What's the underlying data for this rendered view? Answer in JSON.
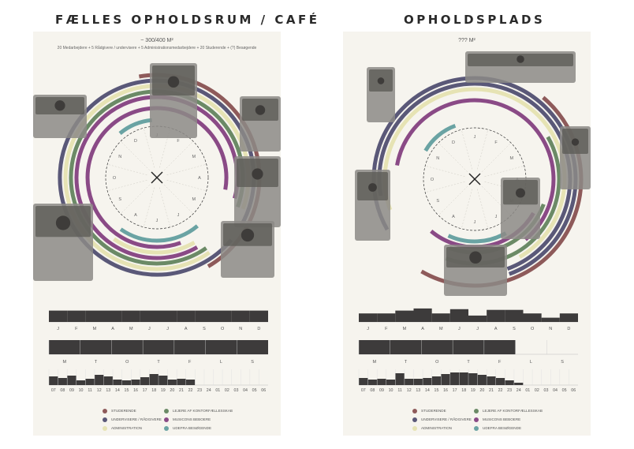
{
  "colors": {
    "studerende": "#8e5a5a",
    "undervisere": "#5a5878",
    "administration": "#e6e3b4",
    "ledere": "#6b8a66",
    "musicon": "#8a4a86",
    "udefra": "#6aa3a3",
    "bar": "#3d3b3b"
  },
  "legend": [
    {
      "key": "studerende",
      "label": "STUDERENDE"
    },
    {
      "key": "ledere",
      "label": "LEJERE AF KONTORFÆLLESSKAB"
    },
    {
      "key": "undervisere",
      "label": "UNDERVISERE / RÅDGIVERE"
    },
    {
      "key": "musicon",
      "label": "MUSICONS BEBOERE"
    },
    {
      "key": "administration",
      "label": "ADMINISTRATION"
    },
    {
      "key": "udefra",
      "label": "UDEFRA BESØGENDE"
    }
  ],
  "months": [
    "J",
    "F",
    "M",
    "A",
    "M",
    "J",
    "J",
    "A",
    "S",
    "O",
    "N",
    "D"
  ],
  "weekdays": [
    "M",
    "T",
    "O",
    "T",
    "F",
    "L",
    "S"
  ],
  "hours": [
    "07",
    "08",
    "09",
    "10",
    "11",
    "12",
    "13",
    "14",
    "15",
    "16",
    "17",
    "18",
    "19",
    "20",
    "21",
    "22",
    "23",
    "24",
    "01",
    "02",
    "03",
    "04",
    "05",
    "06"
  ],
  "icons": {
    "center": "cross-icon",
    "photos": "collage-photo"
  },
  "left": {
    "title": "FÆLLES OPHOLDSRUM / CAFÉ",
    "area": "~ 300/400 M²",
    "users": "20 Medarbejdere + 5 Rådgivere / undervisere + 5 Administrationsmedarbejdere + 20 Studerende + (?) Besøgende",
    "months_usage": [
      0.8,
      0.8,
      0.8,
      0.8,
      0.8,
      0.8,
      0.8,
      0.8,
      0.8,
      0.8,
      0.8,
      0.8
    ],
    "weekday_usage": [
      1,
      1,
      1,
      1,
      1,
      1,
      1
    ],
    "hour_usage": [
      0.55,
      0.45,
      0.6,
      0.3,
      0.4,
      0.65,
      0.55,
      0.35,
      0.3,
      0.35,
      0.5,
      0.7,
      0.6,
      0.35,
      0.4,
      0.35,
      0,
      0,
      0,
      0,
      0,
      0,
      0,
      0
    ]
  },
  "right": {
    "title": "OPHOLDSPLADS",
    "area": "??? M²",
    "months_usage": [
      0.6,
      0.6,
      0.8,
      0.95,
      0.6,
      0.9,
      0.45,
      0.85,
      0.85,
      0.6,
      0.3,
      0.6
    ],
    "weekday_usage": [
      1,
      1,
      1,
      1,
      1,
      0,
      0
    ],
    "hour_usage": [
      0.45,
      0.35,
      0.4,
      0.35,
      0.75,
      0.4,
      0.4,
      0.45,
      0.55,
      0.7,
      0.8,
      0.8,
      0.75,
      0.65,
      0.55,
      0.45,
      0.3,
      0.15,
      0,
      0,
      0,
      0,
      0,
      0
    ]
  }
}
